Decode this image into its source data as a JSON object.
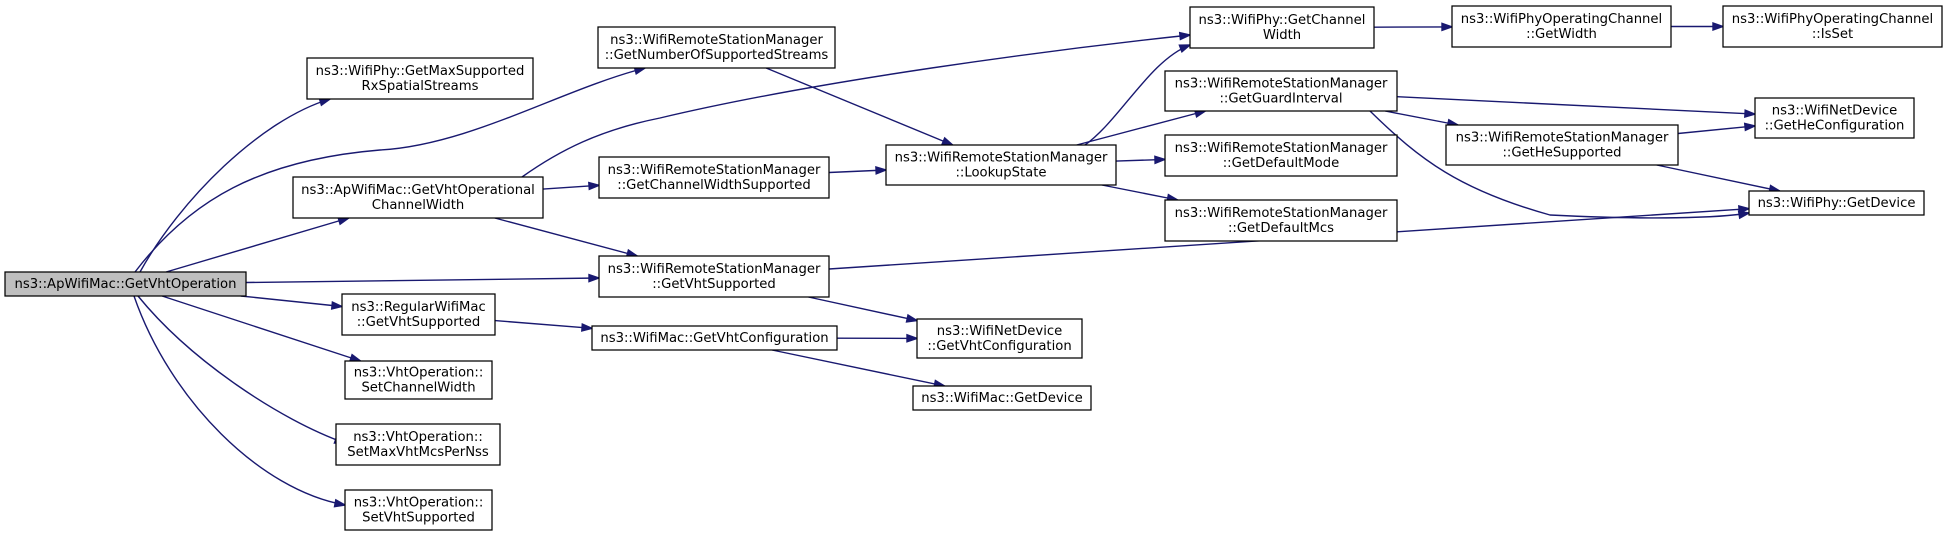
{
  "diagram": {
    "colors": {
      "node_fill": "#ffffff",
      "root_fill": "#bfbfbf",
      "node_border": "#000000",
      "edge": "#191970"
    },
    "nodes": [
      {
        "id": "root",
        "lines": [
          "ns3::ApWifiMac::GetVhtOperation"
        ],
        "root": true
      },
      {
        "id": "phy_maxstreams",
        "lines": [
          "ns3::WifiPhy::GetMaxSupported",
          "RxSpatialStreams"
        ]
      },
      {
        "id": "rsm_numstreams",
        "lines": [
          "ns3::WifiRemoteStationManager",
          "::GetNumberOfSupportedStreams"
        ]
      },
      {
        "id": "ap_chanwidth",
        "lines": [
          "ns3::ApWifiMac::GetVhtOperational",
          "ChannelWidth"
        ]
      },
      {
        "id": "rsm_vhtsupported",
        "lines": [
          "ns3::WifiRemoteStationManager",
          "::GetVhtSupported"
        ]
      },
      {
        "id": "regular_vhtsupported",
        "lines": [
          "ns3::RegularWifiMac",
          "::GetVhtSupported"
        ]
      },
      {
        "id": "vht_setchannelwidth",
        "lines": [
          "ns3::VhtOperation::",
          "SetChannelWidth"
        ]
      },
      {
        "id": "vht_setmaxmcs",
        "lines": [
          "ns3::VhtOperation::",
          "SetMaxVhtMcsPerNss"
        ]
      },
      {
        "id": "vht_setvhtsupported",
        "lines": [
          "ns3::VhtOperation::",
          "SetVhtSupported"
        ]
      },
      {
        "id": "rsm_chanwidthsupported",
        "lines": [
          "ns3::WifiRemoteStationManager",
          "::GetChannelWidthSupported"
        ]
      },
      {
        "id": "mac_getvhtconfig",
        "lines": [
          "ns3::WifiMac::GetVhtConfiguration"
        ]
      },
      {
        "id": "rsm_lookupstate",
        "lines": [
          "ns3::WifiRemoteStationManager",
          "::LookupState"
        ]
      },
      {
        "id": "netdev_vhtconfig",
        "lines": [
          "ns3::WifiNetDevice",
          "::GetVhtConfiguration"
        ]
      },
      {
        "id": "mac_getdevice",
        "lines": [
          "ns3::WifiMac::GetDevice"
        ]
      },
      {
        "id": "phy_getchannelwidth",
        "lines": [
          "ns3::WifiPhy::GetChannel",
          "Width"
        ]
      },
      {
        "id": "rsm_guardinterval",
        "lines": [
          "ns3::WifiRemoteStationManager",
          "::GetGuardInterval"
        ]
      },
      {
        "id": "rsm_defaultmode",
        "lines": [
          "ns3::WifiRemoteStationManager",
          "::GetDefaultMode"
        ]
      },
      {
        "id": "rsm_defaultmcs",
        "lines": [
          "ns3::WifiRemoteStationManager",
          "::GetDefaultMcs"
        ]
      },
      {
        "id": "opchan_getwidth",
        "lines": [
          "ns3::WifiPhyOperatingChannel",
          "::GetWidth"
        ]
      },
      {
        "id": "rsm_hesupported",
        "lines": [
          "ns3::WifiRemoteStationManager",
          "::GetHeSupported"
        ]
      },
      {
        "id": "opchan_isset",
        "lines": [
          "ns3::WifiPhyOperatingChannel",
          "::IsSet"
        ]
      },
      {
        "id": "netdev_heconfig",
        "lines": [
          "ns3::WifiNetDevice",
          "::GetHeConfiguration"
        ]
      },
      {
        "id": "phy_getdevice",
        "lines": [
          "ns3::WifiPhy::GetDevice"
        ]
      }
    ],
    "edges": [
      [
        "root",
        "phy_maxstreams"
      ],
      [
        "root",
        "rsm_numstreams"
      ],
      [
        "root",
        "ap_chanwidth"
      ],
      [
        "root",
        "rsm_vhtsupported"
      ],
      [
        "root",
        "regular_vhtsupported"
      ],
      [
        "root",
        "vht_setchannelwidth"
      ],
      [
        "root",
        "vht_setmaxmcs"
      ],
      [
        "root",
        "vht_setvhtsupported"
      ],
      [
        "rsm_numstreams",
        "rsm_lookupstate"
      ],
      [
        "ap_chanwidth",
        "phy_getchannelwidth"
      ],
      [
        "ap_chanwidth",
        "rsm_chanwidthsupported"
      ],
      [
        "ap_chanwidth",
        "rsm_vhtsupported"
      ],
      [
        "rsm_chanwidthsupported",
        "rsm_lookupstate"
      ],
      [
        "rsm_vhtsupported",
        "netdev_vhtconfig"
      ],
      [
        "rsm_vhtsupported",
        "phy_getdevice"
      ],
      [
        "regular_vhtsupported",
        "mac_getvhtconfig"
      ],
      [
        "mac_getvhtconfig",
        "netdev_vhtconfig"
      ],
      [
        "mac_getvhtconfig",
        "mac_getdevice"
      ],
      [
        "rsm_lookupstate",
        "phy_getchannelwidth"
      ],
      [
        "rsm_lookupstate",
        "rsm_guardinterval"
      ],
      [
        "rsm_lookupstate",
        "rsm_defaultmode"
      ],
      [
        "rsm_lookupstate",
        "rsm_defaultmcs"
      ],
      [
        "phy_getchannelwidth",
        "opchan_getwidth"
      ],
      [
        "opchan_getwidth",
        "opchan_isset"
      ],
      [
        "rsm_guardinterval",
        "netdev_heconfig"
      ],
      [
        "rsm_guardinterval",
        "rsm_hesupported"
      ],
      [
        "rsm_guardinterval",
        "phy_getdevice"
      ],
      [
        "rsm_hesupported",
        "netdev_heconfig"
      ],
      [
        "rsm_hesupported",
        "phy_getdevice"
      ]
    ]
  }
}
